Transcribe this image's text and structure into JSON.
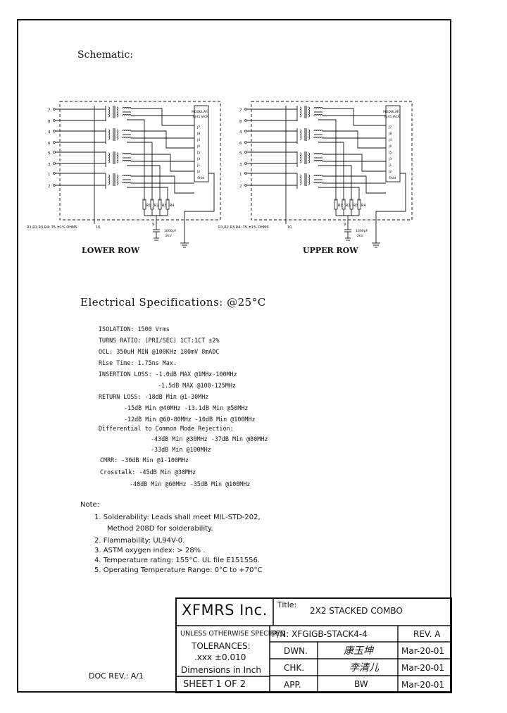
{
  "schematic": {
    "heading": "Schematic:",
    "lower_row": "LOWER ROW",
    "upper_row": "UPPER ROW",
    "pins_left": [
      "7",
      "8",
      "4",
      "6",
      "5",
      "3",
      "1",
      "2"
    ],
    "jack_title_1": "MODULAR",
    "jack_title_2": "RJ45 JACK",
    "jack_pins": [
      "J7",
      "J8",
      "J4",
      "J6",
      "J5",
      "J3",
      "J1",
      "J2",
      "Shld"
    ],
    "resistor_labels": [
      "R1",
      "R2",
      "R3",
      "R4"
    ],
    "resistor_note": "R1,R2,R3,R4: 75 ±1% OHMS",
    "pin10": "10",
    "pin9": "9",
    "cap_1": "1000pF",
    "cap_2": "2kV"
  },
  "electrical": {
    "heading": "Electrical Specifications: @25°C",
    "lines": [
      "ISOLATION: 1500 Vrms",
      "TURNS RATIO: (PRI/SEC) 1CT:1CT ±2%",
      "OCL: 350uH MIN @100KHz 100mV 8mADC",
      "Rise Time: 1.75ns Max.",
      "INSERTION LOSS: -1.0dB MAX @1MHz-100MHz",
      "-1.5dB MAX @100-125MHz",
      "RETURN LOSS: -18dB Min @1-30MHz",
      "-15dB Min @40MHz -13.1dB Min @50MHz",
      "-12dB Min @60-80MHz -10dB Min @100MHz",
      "Differential to Common Mode Rejection:",
      "-43dB Min @30MHz -37dB Min @80MHz",
      "-33dB Min @100MHz",
      "CMRR: -30dB Min @1-100MHz",
      "Crosstalk: -45dB Min @30MHz",
      "-40dB Min @60MHz -35dB Min @100MHz"
    ]
  },
  "notes": {
    "heading": "Note:",
    "items": [
      "1. Solderability: Leads shall meet MIL-STD-202,",
      "Method 208D for solderability.",
      "2. Flammability: UL94V-0.",
      "3. ASTM oxygen index: > 28% .",
      "4. Temperature rating: 155°C. UL file E151556.",
      "5. Operating Temperature Range: 0°C to +70°C"
    ]
  },
  "doc_rev": "DOC REV.: A/1",
  "title_block": {
    "company": "XFMRS Inc.",
    "title_label": "Title:",
    "title": "2X2 STACKED COMBO",
    "unless": "UNLESS OTHERWISE SPECIFIED",
    "pn": "P/N: XFGIGB-STACK4-4",
    "rev": "REV. A",
    "tolerances": "TOLERANCES:",
    "tol_value": ".xxx ±0.010",
    "dimensions": "Dimensions in Inch",
    "sheet": "SHEET 1 OF 2",
    "dwn_label": "DWN.",
    "chk_label": "CHK.",
    "app_label": "APP.",
    "dwn_name": "康玉坤",
    "chk_name": "李清儿",
    "app_name": "BW",
    "dwn_date": "Mar-20-01",
    "chk_date": "Mar-20-01",
    "app_date": "Mar-20-01"
  }
}
